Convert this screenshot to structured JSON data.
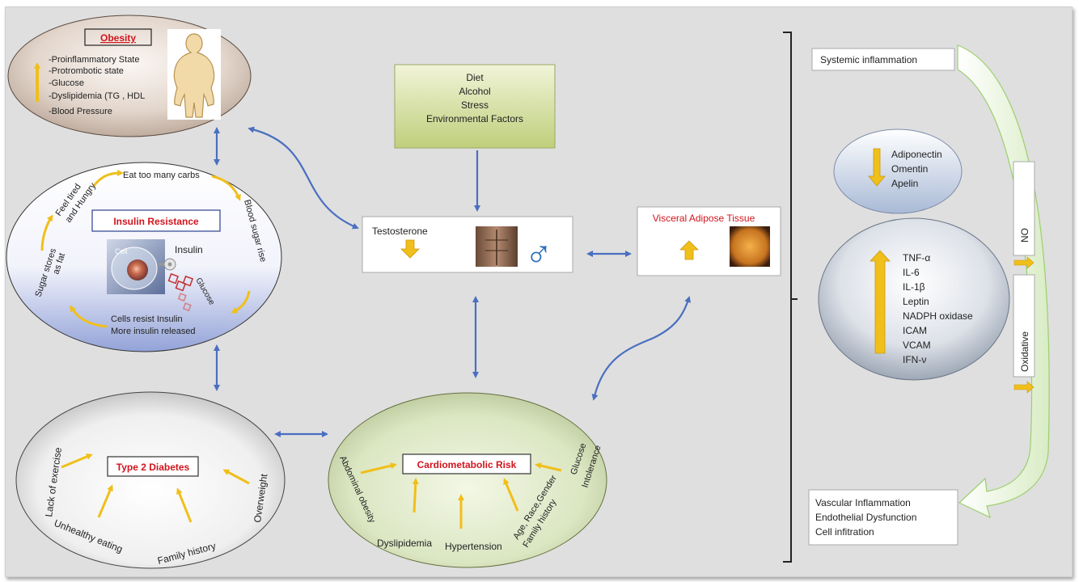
{
  "obesity": {
    "title": "Obesity",
    "items": [
      "-Proinflammatory State",
      "-Protrombotic  state",
      "-Glucose",
      "-Dyslipidemia (TG  ,  HDL",
      "-Blood Pressure"
    ]
  },
  "insulin_resistance": {
    "title": "Insulin Resistance",
    "eat": "Eat  too many carbs",
    "tired1": "Feel tired",
    "tired2": "and Hungry",
    "blood": "Blood sugar rise",
    "sugar1": "Sugar stores",
    "sugar2": "as fat",
    "insulin": "Insulin",
    "glucose": "Glucose",
    "cell": "Cell",
    "cells1": "Cells resist Insulin",
    "cells2": "More insulin released"
  },
  "type2_diabetes": {
    "title": "Type 2 Diabetes",
    "lack": "Lack of exercise",
    "unhealthy": "Unhealthy eating",
    "family": "Family  history",
    "overweight": "Overweight"
  },
  "cardiometabolic": {
    "title": "Cardiometabolic Risk",
    "abdominal": "Abdominal obesity",
    "dyslipidemia": "Dyslipidemia",
    "hypertension": "Hypertension",
    "age1": "Age, Race,Gender",
    "age2": "Family history",
    "glucose1": "Glucose",
    "glucose2": "Intolerance"
  },
  "factors": [
    "Diet",
    "Alcohol",
    "Stress",
    "Environmental Factors"
  ],
  "testosterone": "Testosterone",
  "male_symbol": "♂",
  "visceral": "Visceral Adipose Tissue",
  "systemic": "Systemic inflammation",
  "adipokines": [
    "Adiponectin",
    "Omentin",
    "Apelin"
  ],
  "cytokines": [
    "TNF-α",
    "IL-6",
    "IL-1β",
    "Leptin",
    "NADPH oxidase",
    "ICAM",
    "VCAM",
    "IFN-ν"
  ],
  "no_label": "NO",
  "oxidative_label": "Oxidative",
  "vascular": [
    "Vascular  Inflammation",
    "Endothelial Dysfunction",
    "Cell infitration"
  ],
  "colors": {
    "arrow_blue": "#4a6fc0",
    "yellow": "#f0bf1a",
    "title_red": "#d0151d"
  }
}
